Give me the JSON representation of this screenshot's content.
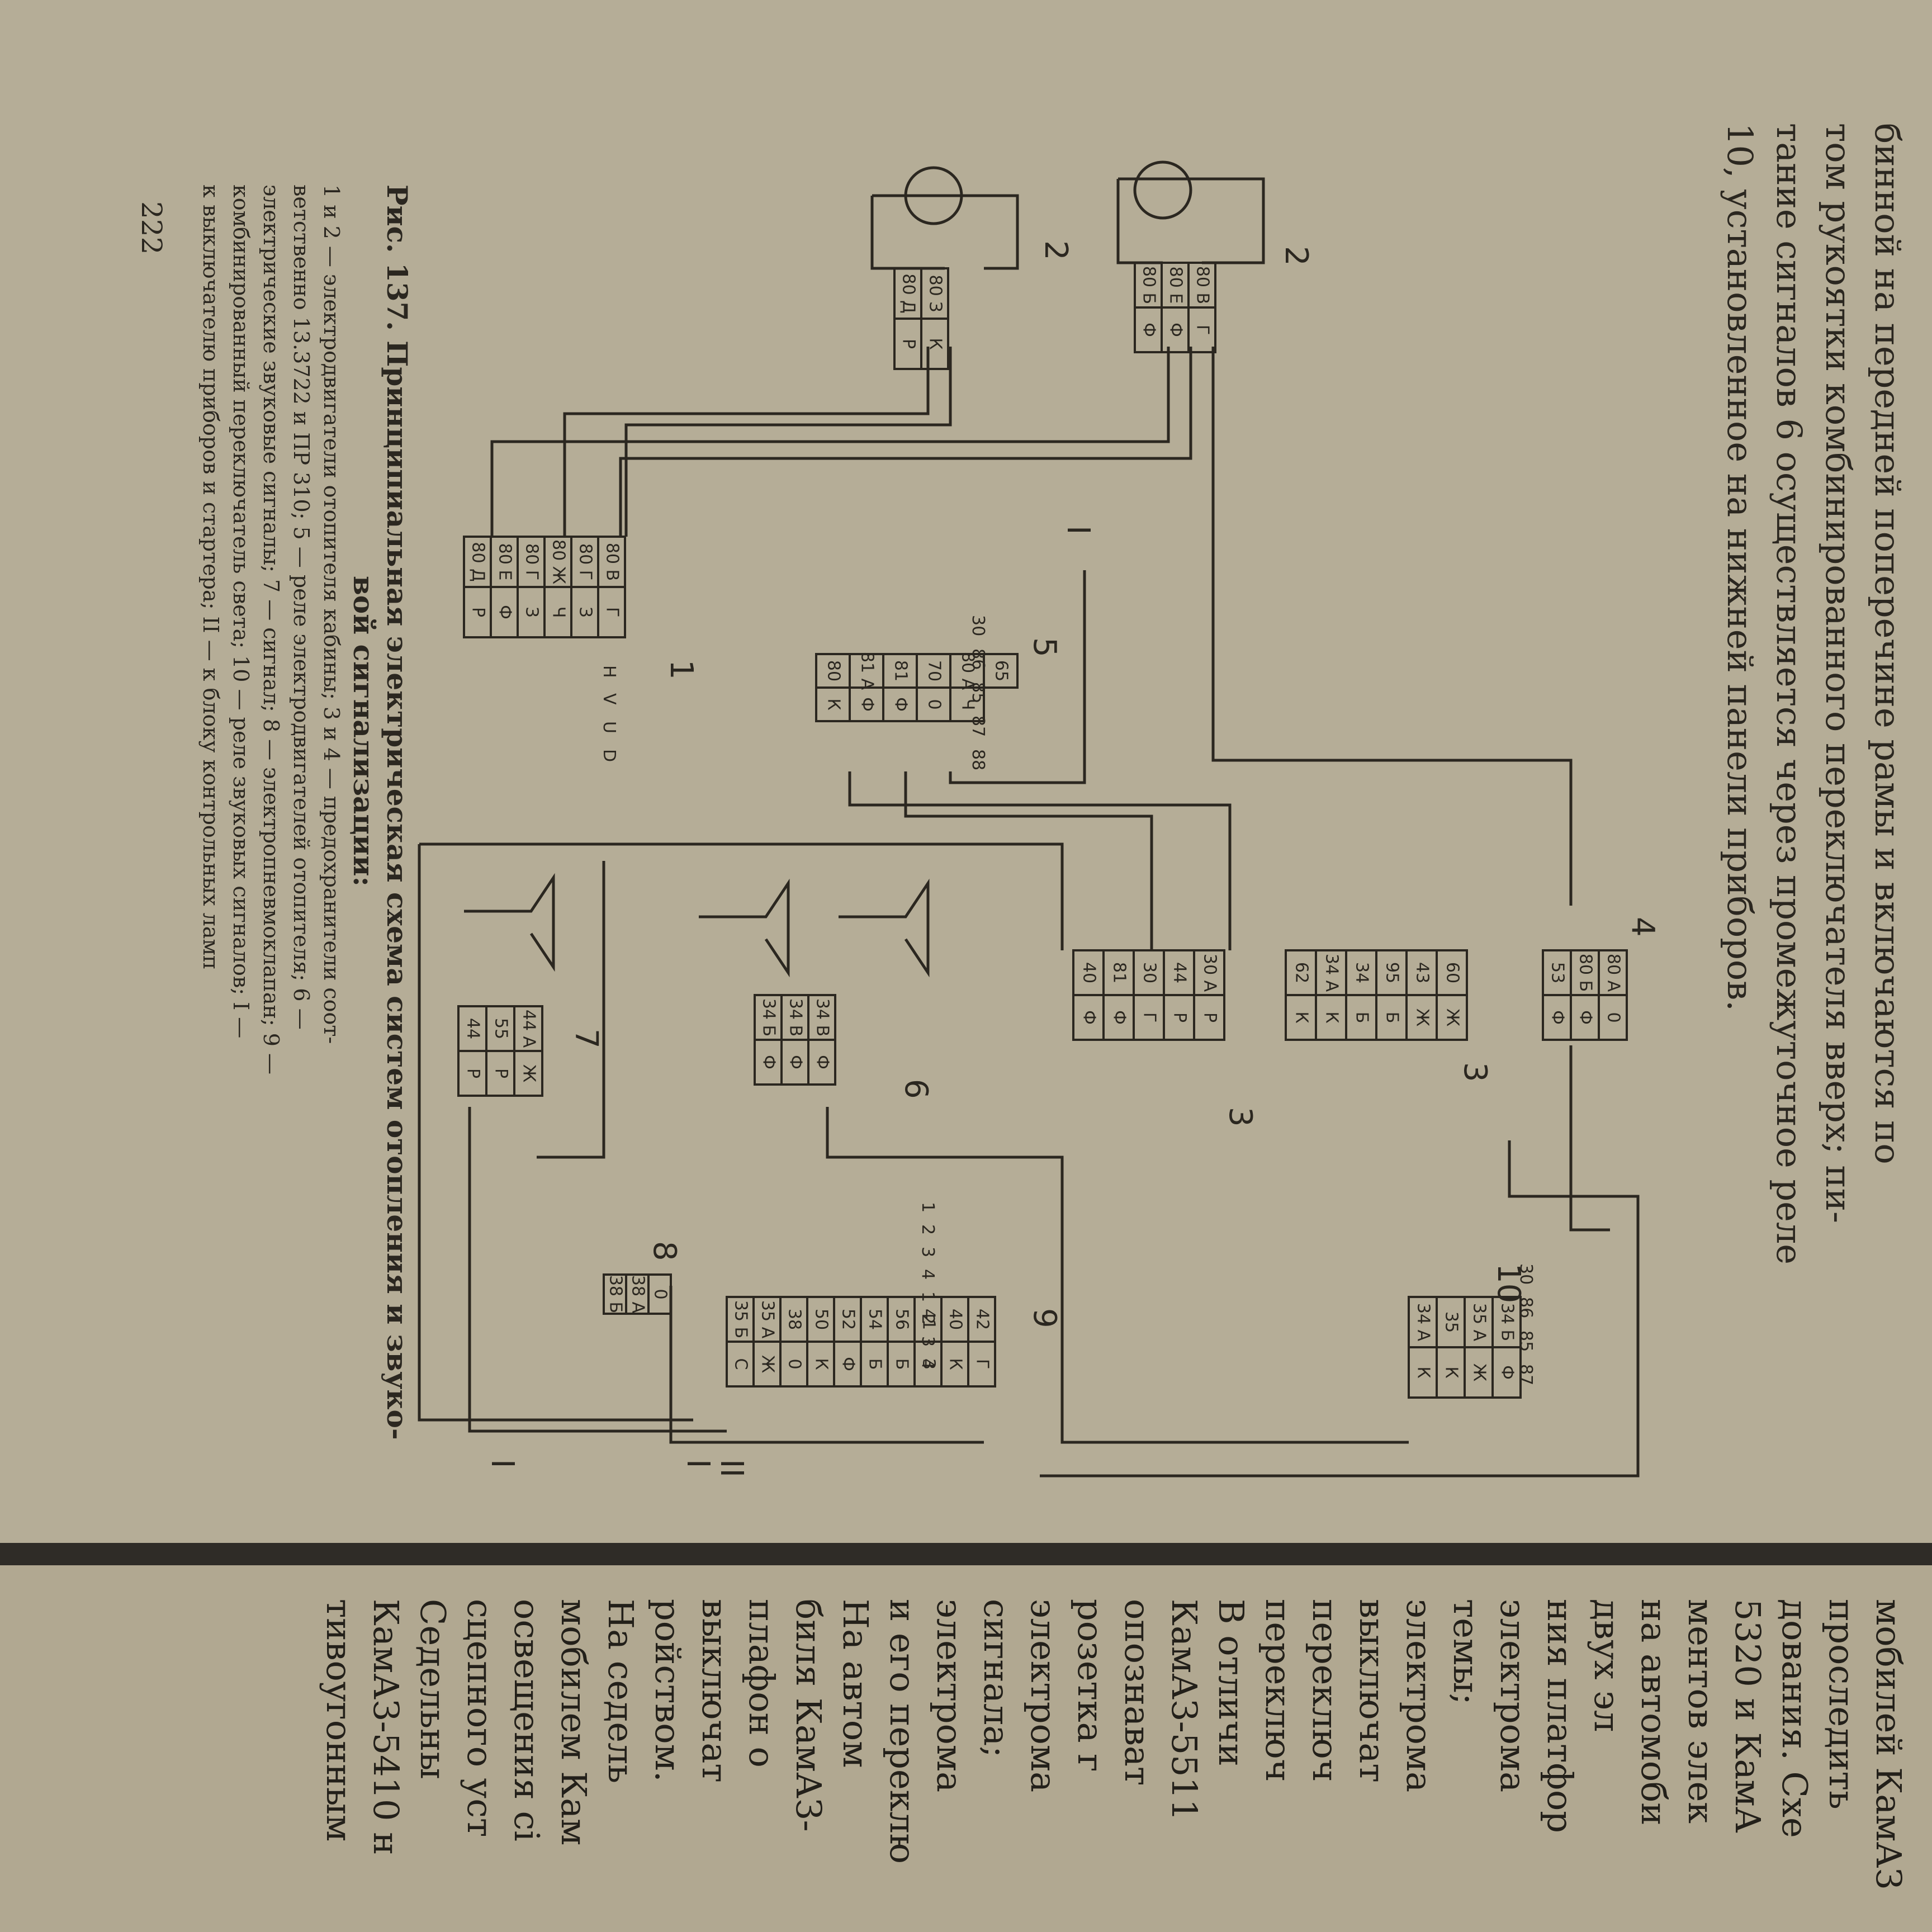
{
  "page_text": {
    "lines": [
      "бинной на передней поперечине рамы и включаются по",
      "том рукоятки комбинированного переключателя вверх; пи-",
      "тание сигналов 6 осуществляется через промежуточное реле",
      "10, установленное на нижней панели приборов."
    ]
  },
  "caption": {
    "title_line1": "Рис.  137.  Принципиальная  электрическая  схема  систем  отопления  и  звуко-",
    "title_line2": "вой сигнализации:",
    "legend_line1": "1 и 2 — электродвигатели отопителя кабины;  3 и 4 — предохранители  соот-",
    "legend_line2": "ветственно 13.3722 и ПР 310;  5 — реле  электродвигателей  отопителя;  6 —",
    "legend_line3": "электрические звуковые сигналы;  7 — сигнал;  8 — электропневмоклапан;  9 —",
    "legend_line4": "комбинированный переключатель света;  10 — реле звуковых сигналов;  I —",
    "legend_line5": "к выключателю приборов и стартера;  II — к блоку контрольных ламп",
    "page_number": "222"
  },
  "diagram": {
    "component_labels": [
      "1",
      "2",
      "2",
      "3",
      "3",
      "4",
      "5",
      "6",
      "7",
      "8",
      "9",
      "10"
    ],
    "roman_labels": [
      "I",
      "I",
      "II",
      "I"
    ],
    "blocks": {
      "motor2_upper": [
        "80 Б",
        "Ф",
        "80 Е",
        "Ф",
        "80 В",
        "Г"
      ],
      "motor2_lower": [
        "80 Д",
        "Р",
        "80 З",
        "К"
      ],
      "block1": [
        "80 Д",
        "Р",
        "80 Е",
        "Ф",
        "80 Г",
        "З",
        "80 Ж",
        "Ч",
        "80 Г",
        "З",
        "80 В",
        "Г"
      ],
      "block1_switch": [
        "Н",
        "V",
        "U",
        "D"
      ],
      "relay5": [
        "80",
        "К",
        "81 А",
        "Ф",
        "81",
        "Ф",
        "70",
        "0",
        "80 А",
        "Ч",
        "65"
      ],
      "relay5_pins": [
        "30",
        "86",
        "85",
        "87",
        "88"
      ],
      "fuse4": [
        "53",
        "Ф",
        "80 Б",
        "Ф",
        "80 А",
        "0"
      ],
      "fuse3_upper": [
        "62",
        "К",
        "34 А",
        "К",
        "34",
        "Б",
        "95",
        "Б",
        "43",
        "Ж",
        "60",
        "Ж"
      ],
      "fuse3_lower": [
        "40",
        "Ф",
        "81",
        "Ф",
        "30",
        "Г",
        "44",
        "Р",
        "30 А",
        "Р"
      ],
      "horns6": [
        "34 Б",
        "Ф",
        "34 В",
        "Ф",
        "34 В",
        "Ф"
      ],
      "signal7": [
        "44",
        "Р",
        "55",
        "Р",
        "44 А",
        "Ж"
      ],
      "valve8": [
        "38 Б",
        "38 А",
        "0"
      ],
      "switch9": [
        "35 Б",
        "С",
        "35 А",
        "Ж",
        "38",
        "0",
        "50",
        "К",
        "52",
        "Ф",
        "54",
        "Б",
        "56",
        "Б",
        "41",
        "З",
        "40",
        "К",
        "42",
        "Г"
      ],
      "switch9_pos": [
        "1",
        "2",
        "3",
        "4",
        "1",
        "2",
        "3",
        "4"
      ],
      "relay10": [
        "34 А",
        "К",
        "35",
        "К",
        "35 А",
        "Ж",
        "34 Б",
        "Ф"
      ],
      "relay10_pins": [
        "30",
        "86",
        "85",
        "87"
      ]
    }
  },
  "facing_page": {
    "lines": [
      "мобилей КамАЗ",
      "проследить",
      "дования. Схе",
      "5320 и КамА",
      "ментов элек",
      "на автомоби",
      "двух эл",
      "ния платфор",
      "электрома",
      "темы;",
      "электрома",
      "выключат",
      "переключ",
      "переключ",
      "В отличи",
      "КамАЗ-5511",
      "опознават",
      "розетка г",
      "электрома",
      "сигнала;",
      "электрома",
      "и его переклю",
      "На автом",
      "биля КамАЗ-",
      "плафон о",
      "выключат",
      "ройством.",
      "На седель",
      "мобилем Кам",
      "освещения сі",
      "сцепного уст",
      "Седельны",
      "КамАЗ-5410 н",
      "тивоугонным"
    ]
  }
}
